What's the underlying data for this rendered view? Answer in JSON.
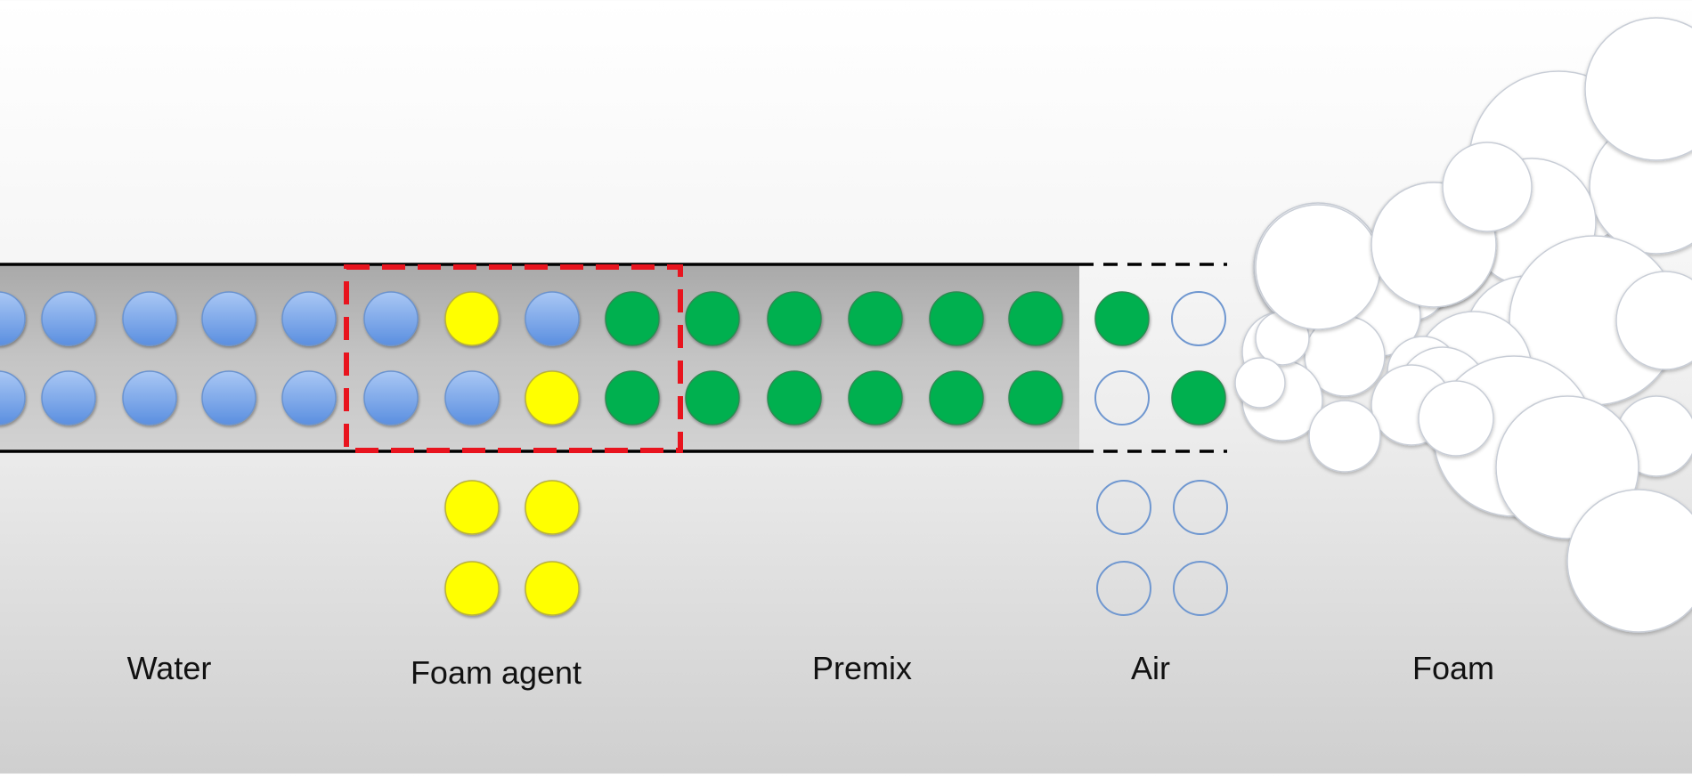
{
  "labels": {
    "water": "Water",
    "foam_agent": "Foam agent",
    "premix": "Premix",
    "air": "Air",
    "foam": "Foam"
  },
  "colors": {
    "water": "#7aa6e8",
    "foam_agent": "#ffff00",
    "premix": "#00b050",
    "air_outline": "#6f97d0",
    "bubble": "#ffffff",
    "highlight_box": "#e8141e"
  },
  "pipe": {
    "row_top": [
      "water",
      "water",
      "water",
      "water",
      "water",
      "water",
      "foam_agent",
      "water",
      "premix",
      "premix",
      "premix",
      "premix",
      "premix",
      "premix",
      "premix",
      "air"
    ],
    "row_bottom": [
      "water",
      "water",
      "water",
      "water",
      "water",
      "water",
      "water",
      "foam_agent",
      "premix",
      "premix",
      "premix",
      "premix",
      "premix",
      "premix",
      "air",
      "premix"
    ]
  },
  "supply": {
    "foam_agent_count": 4,
    "air_count": 4
  }
}
